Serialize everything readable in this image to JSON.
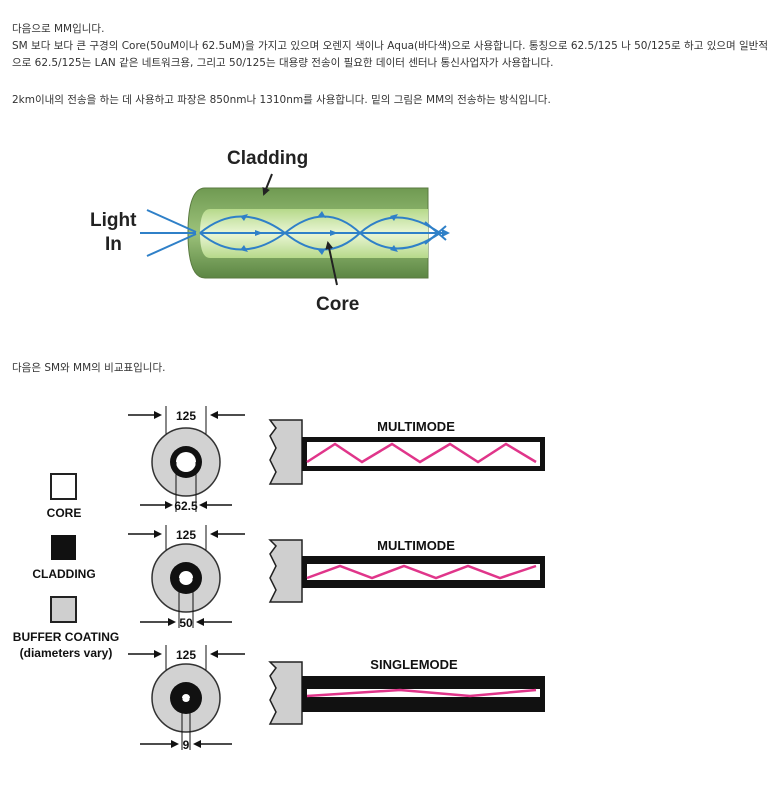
{
  "text": {
    "p1": "다음으로 MM입니다.",
    "p2": "SM 보다 보다 큰 구경의 Core(50uM이나 62.5uM)을 가지고 있으며 오렌지 색이나 Aqua(바다색)으로 사용합니다. 통칭으로 62.5/125 나 50/125로 하고 있으며 일반적으로 62.5/125는 LAN 같은 네트워크용, 그리고 50/125는 대용량 전송이 필요한 데이터 센터나 통신사업자가 사용합니다.",
    "p3": "2km이내의 전송을 하는 데 사용하고 파장은 850nm나 1310nm를 사용합니다. 밑의 그림은 MM의 전송하는 방식입니다.",
    "p4": "다음은 SM와 MM의 비교표입니다."
  },
  "figure1": {
    "cladding_label": "Cladding",
    "light_label_1": "Light",
    "light_label_2": "In",
    "core_label": "Core"
  },
  "figure2": {
    "legend": {
      "core": "CORE",
      "cladding": "CLADDING",
      "buffer_1": "BUFFER COATING",
      "buffer_2": "(diameters vary)"
    },
    "rows": [
      {
        "outer": "125",
        "inner": "62.5",
        "mode": "MULTIMODE"
      },
      {
        "outer": "125",
        "inner": "50",
        "mode": "MULTIMODE"
      },
      {
        "outer": "125",
        "inner": "9",
        "mode": "SINGLEMODE"
      }
    ]
  },
  "colors": {
    "text": "#333333",
    "cladding_green": "#8bb46a",
    "core_green": "#cfe8a8",
    "ray_blue": "#2f80c8",
    "ray_magenta": "#e0358a",
    "buffer_gray": "#cfcfcf"
  }
}
